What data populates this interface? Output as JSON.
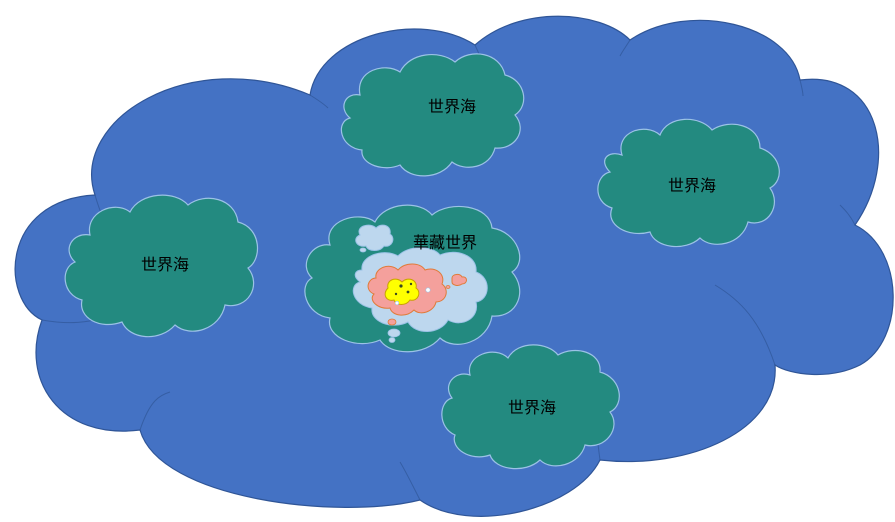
{
  "diagram": {
    "outer_label": "",
    "center": {
      "label": "華藏世界"
    },
    "world_seas": [
      {
        "label": "世界海"
      },
      {
        "label": "世界海"
      },
      {
        "label": "世界海"
      },
      {
        "label": "世界海"
      }
    ]
  },
  "colors": {
    "outer_cloud": "#4472C4",
    "outer_stroke": "#2F5597",
    "sea_cloud": "#238A80",
    "sea_stroke": "#9BC2E6",
    "inner_cloud": "#BDD7EE",
    "pink_cloud": "#F4A09C",
    "pink_stroke": "#E07B39",
    "core_yellow": "#FFFF00",
    "core_stroke": "#C9A200"
  }
}
